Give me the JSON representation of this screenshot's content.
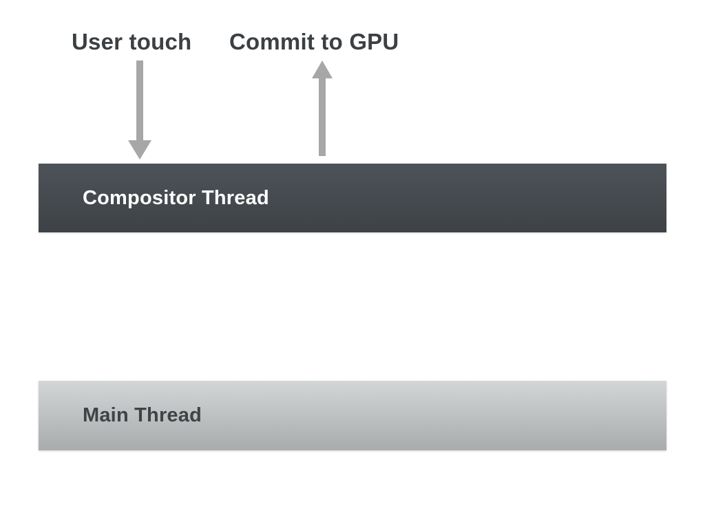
{
  "diagram": {
    "flow_labels": {
      "user_touch": "User touch",
      "commit_to_gpu": "Commit to GPU"
    },
    "threads": {
      "compositor": {
        "label": "Compositor Thread"
      },
      "main": {
        "label": "Main Thread"
      }
    },
    "icons": {
      "down_arrow": "arrow-down-icon",
      "up_arrow": "arrow-up-icon"
    },
    "colors": {
      "background": "#ffffff",
      "flow_label_text": "#3c4043",
      "arrow": "#a7a7a7",
      "compositor_bar_gradient_top": "#4d5359",
      "compositor_bar_gradient_bottom": "#3e4246",
      "compositor_label_text": "#ffffff",
      "main_bar_gradient_top": "#d3d6d7",
      "main_bar_gradient_bottom": "#a8acac",
      "main_label_text": "#3f4347"
    }
  }
}
